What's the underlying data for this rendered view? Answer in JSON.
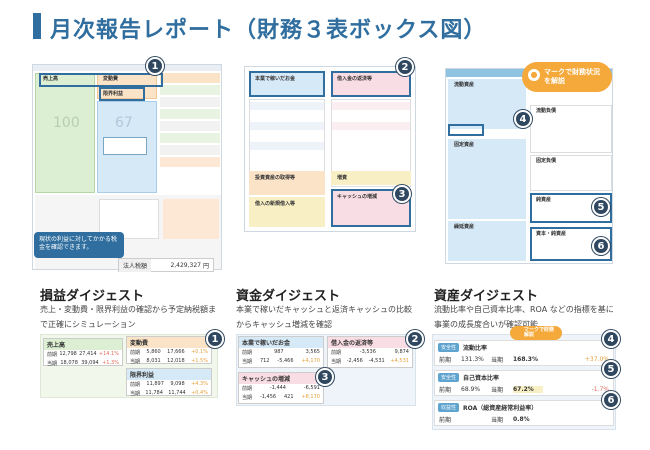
{
  "page": {
    "title": "月次報告レポート（財務３表ボックス図）"
  },
  "pl": {
    "callout": "現状の利益に対してかかる税金を確認できます。",
    "tax_label": "法人税額",
    "tax_value": "2,429,327",
    "tax_unit": "円",
    "box_sales": "売上高",
    "box_variable": "変動費",
    "box_marginal": "限界利益",
    "big_num_1": "100",
    "big_num_2": "67",
    "section_title": "損益ダイジェスト",
    "desc": "売上・変動費・限界利益の確認から予定納税額まで正確にシミュレーション",
    "cards": [
      {
        "label": "売上高",
        "row1": [
          "前期",
          "12,798",
          "27,414",
          "+14.1%"
        ],
        "row2": [
          "当期",
          "18,078",
          "39,094",
          "+1.3%"
        ]
      },
      {
        "label": "変動費",
        "row1": [
          "前期",
          "5,860",
          "17,666",
          "+0.1%"
        ],
        "row2": [
          "当期",
          "8,031",
          "12,018",
          "+1.5%"
        ]
      },
      {
        "label": "限界利益",
        "row1": [
          "前期",
          "11,897",
          "9,098",
          "+4.3%"
        ],
        "row2": [
          "当期",
          "11,784",
          "11,744",
          "+0.4%"
        ]
      }
    ]
  },
  "cf": {
    "box_earned": "本業で稼いだお金",
    "box_repay": "借入金の返済等",
    "box_cash": "キャッシュの増減",
    "box_investing": "投資資産の取得等",
    "box_borrow": "借入の新規借入等",
    "box_equity": "増資",
    "section_title": "資金ダイジェスト",
    "desc": "本業で稼いだキャッシュと返済キャッシュの比較からキャッシュ増減を確認",
    "cards": [
      {
        "label": "本業で稼いだお金",
        "row1": [
          "前期",
          "987",
          "3,565"
        ],
        "row2": [
          "当期",
          "712",
          "-5,466",
          "+4,170"
        ]
      },
      {
        "label": "借入金の返済等",
        "row1": [
          "前期",
          "-3,536",
          "9,874"
        ],
        "row2": [
          "当期",
          "-2,456",
          "-4,531",
          "+4,531"
        ]
      },
      {
        "label": "キャッシュの増減",
        "row1": [
          "前期",
          "-1,444",
          "-6,591"
        ],
        "row2": [
          "当期",
          "-1,456",
          "421",
          "+8,170"
        ]
      }
    ]
  },
  "bs": {
    "mark_bubble": "マークで財務状況を解説",
    "box_current_assets": "流動資産",
    "box_current_liab": "流動負債",
    "box_fixed_assets": "固定資産",
    "box_fixed_liab": "固定負債",
    "box_equity": "純資産",
    "box_deferred": "繰延資産",
    "box_capital": "資本・純資産",
    "section_title": "資産ダイジェスト",
    "desc": "流動比率や自己資本比率、ROA などの指標を基に事業の成長度合いが確認可能",
    "mark_badge": "マークで財務解説",
    "cards": [
      {
        "tag": "安全性",
        "label": "流動比率",
        "prev_label": "前期",
        "prev": "131.3%",
        "cur_label": "当期",
        "cur": "168.3%",
        "diff": "+37.0%"
      },
      {
        "tag": "安全性",
        "label": "自己資本比率",
        "prev_label": "前期",
        "prev": "68.9%",
        "cur_label": "当期",
        "cur": "67.2%",
        "diff": "-1.7%"
      },
      {
        "tag": "収益性",
        "label": "ROA（総資産経常利益率）",
        "prev_label": "前期",
        "prev": "",
        "cur_label": "当期",
        "cur": "0.8%",
        "diff": ""
      }
    ]
  },
  "markers": [
    "1",
    "2",
    "3",
    "4",
    "5",
    "6"
  ],
  "colors": {
    "accent": "#2f6e9e",
    "marker": "#2f4860",
    "green": "#dcefd2",
    "orange": "#fbe3c8",
    "blue": "#d6e9f7",
    "pink": "#f9dde4",
    "yellow": "#f8efc4"
  }
}
